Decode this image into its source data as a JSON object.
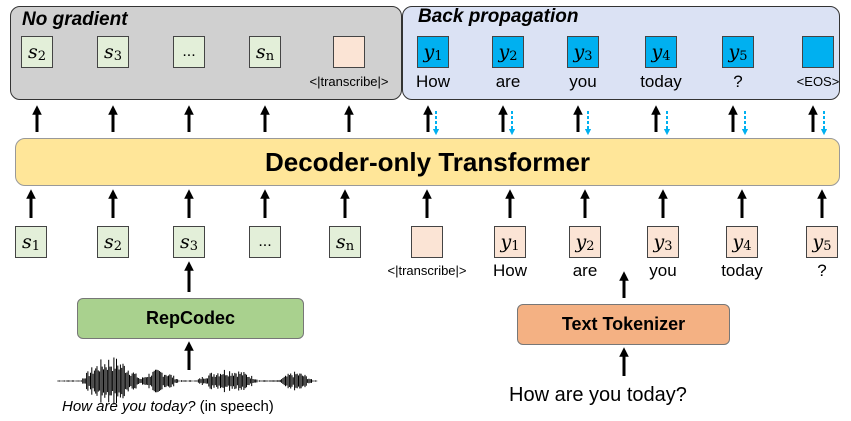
{
  "panels": {
    "no_gradient": "No gradient",
    "back_propagation": "Back propagation"
  },
  "top_row": {
    "speech_tokens": [
      {
        "sym": "s",
        "sub": "2"
      },
      {
        "sym": "s",
        "sub": "3"
      },
      {
        "text": "..."
      },
      {
        "sym": "s",
        "sub": "n"
      }
    ],
    "transcribe_label": "<|transcribe|>",
    "output_tokens": [
      {
        "sym": "y",
        "sub": "1",
        "word": "How"
      },
      {
        "sym": "y",
        "sub": "2",
        "word": "are"
      },
      {
        "sym": "y",
        "sub": "3",
        "word": "you"
      },
      {
        "sym": "y",
        "sub": "4",
        "word": "today"
      },
      {
        "sym": "y",
        "sub": "5",
        "word": "?"
      }
    ],
    "eos_label": "<EOS>"
  },
  "decoder": {
    "label": "Decoder-only Transformer"
  },
  "bottom_row": {
    "speech_tokens": [
      {
        "sym": "s",
        "sub": "1"
      },
      {
        "sym": "s",
        "sub": "2"
      },
      {
        "sym": "s",
        "sub": "3"
      },
      {
        "text": "..."
      },
      {
        "sym": "s",
        "sub": "n"
      }
    ],
    "transcribe_label": "<|transcribe|>",
    "text_tokens": [
      {
        "sym": "y",
        "sub": "1",
        "word": "How"
      },
      {
        "sym": "y",
        "sub": "2",
        "word": "are"
      },
      {
        "sym": "y",
        "sub": "3",
        "word": "you"
      },
      {
        "sym": "y",
        "sub": "4",
        "word": "today"
      },
      {
        "sym": "y",
        "sub": "5",
        "word": "?"
      }
    ]
  },
  "repcodec": {
    "label": "RepCodec"
  },
  "text_tokenizer": {
    "label": "Text Tokenizer"
  },
  "speech_caption": {
    "italic": "How are you today?",
    "suffix": " (in speech)"
  },
  "text_input": "How are you today?",
  "colors": {
    "speech_token": "#e3efd9",
    "text_token": "#fbe4d5",
    "output_token": "#00b0f0",
    "decoder": "#ffe699",
    "repcodec": "#a9d18e",
    "tokenizer": "#f4b183",
    "no_gradient_panel": "#d0d0d0",
    "backprop_panel": "#dbe2f4",
    "gradient_arrow": "#00b0f0"
  }
}
